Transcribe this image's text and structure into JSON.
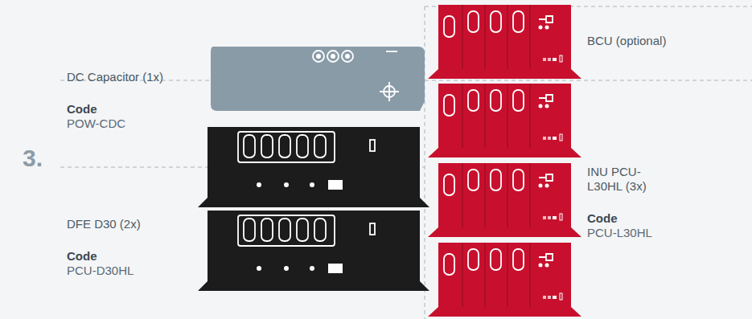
{
  "diagram": {
    "nodes": [
      {
        "text": [
          "BCU (optional)"
        ]
      },
      {
        "text": [
          "DC Capacitor (1x)",
          "Code",
          "POW-CDC"
        ]
      },
      {
        "text": [
          "DFE D30 (2x)",
          "Code",
          "PCU-D30HL"
        ]
      },
      {
        "text": [
          "INU PCU-L30HL (3x)",
          "Code",
          "PCU-L30HL"
        ]
      }
    ],
    "labels": [
      "3."
    ]
  }
}
